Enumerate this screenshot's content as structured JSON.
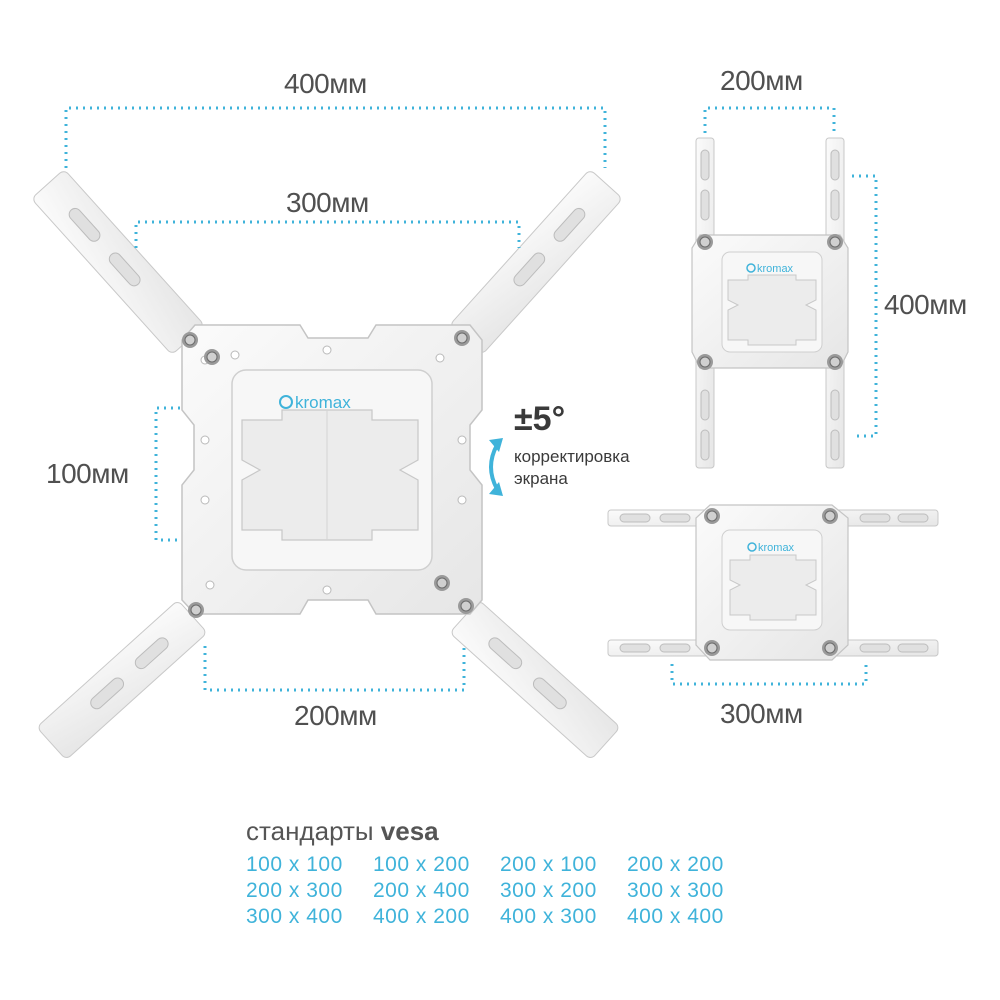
{
  "main_bracket": {
    "brand": "kromax",
    "width_top": "400мм",
    "width_middle": "300мм",
    "height_left": "100мм",
    "width_bottom": "200мм"
  },
  "tilt": {
    "title": "±5°",
    "caption_line1": "корректировка",
    "caption_line2": "экрана"
  },
  "vertical_config": {
    "brand": "kromax",
    "width_label": "200мм",
    "height_label": "400мм"
  },
  "horizontal_config": {
    "brand": "kromax",
    "width_label": "300мм"
  },
  "vesa": {
    "heading_prefix": "стандарты",
    "heading_bold": "vesa",
    "standards": [
      "100 x 100",
      "100 x 200",
      "200 x 100",
      "200 x 200",
      "200 x 300",
      "200 x 400",
      "300 x 200",
      "300 x 300",
      "300 x 400",
      "400 x 200",
      "400 x 300",
      "400 x 400"
    ]
  },
  "colors": {
    "accent": "#3fb3da",
    "metal": "#f4f4f4",
    "metal_edge": "#c8c8c8",
    "text": "#505050"
  }
}
